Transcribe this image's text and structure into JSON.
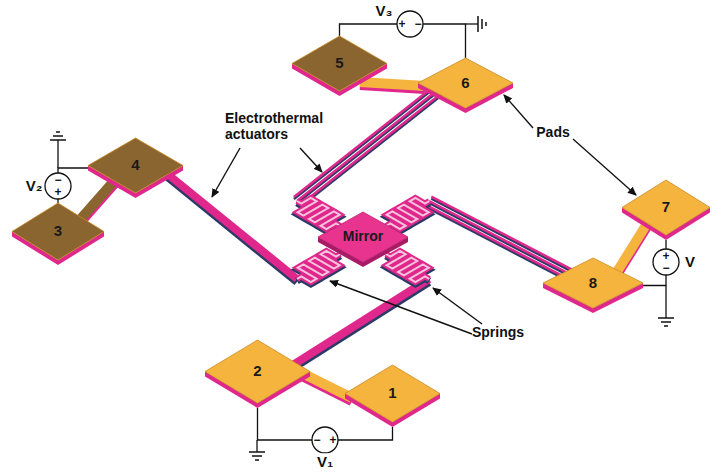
{
  "diagram": {
    "nodes": [
      {
        "text": [
          "1"
        ]
      },
      {
        "text": [
          "2"
        ]
      },
      {
        "text": [
          "3"
        ]
      },
      {
        "text": [
          "4"
        ]
      },
      {
        "text": [
          "5"
        ]
      },
      {
        "text": [
          "6"
        ]
      },
      {
        "text": [
          "7"
        ]
      },
      {
        "text": [
          "8"
        ]
      },
      {
        "text": [
          "Mirror"
        ]
      }
    ],
    "edges": [
      {
        "from": 0,
        "to": 1,
        "arrow": "none",
        "label": "V₁"
      },
      {
        "from": 2,
        "to": 3,
        "arrow": "none",
        "label": "V₂"
      },
      {
        "from": 4,
        "to": 5,
        "arrow": "none",
        "label": "V₃"
      },
      {
        "from": 6,
        "to": 7,
        "arrow": "none",
        "label": "V"
      }
    ],
    "labels": [
      "Electrothermal actuators",
      "Pads",
      "Springs",
      "−",
      "+",
      "−",
      "+",
      "+",
      "−",
      "+",
      "−"
    ]
  }
}
